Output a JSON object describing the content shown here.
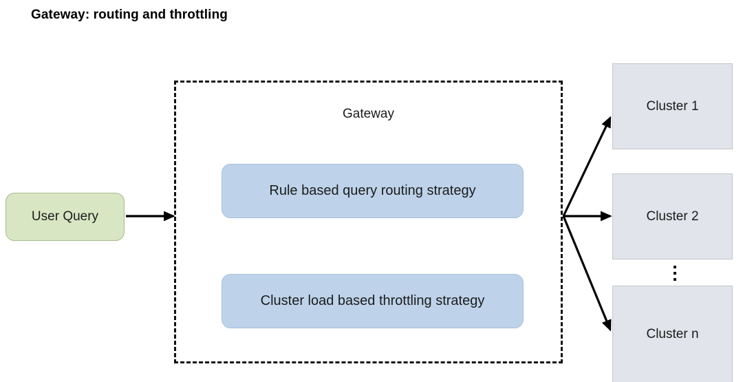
{
  "page": {
    "title": "Gateway: routing and throttling",
    "background_color": "#ffffff"
  },
  "diagram": {
    "type": "flow-diagram",
    "nodes": {
      "user_query": {
        "label": "User Query",
        "shape": "rounded-rectangle",
        "fill_color": "#d8e6c3",
        "border_color": "#a8bb92"
      },
      "gateway": {
        "label": "Gateway",
        "shape": "dashed-rectangle",
        "border_color": "#111111",
        "border_style": "dashed",
        "strategies": [
          {
            "label": "Rule based query routing strategy",
            "fill_color": "#bed3ea",
            "border_color": "#a9c0db"
          },
          {
            "label": "Cluster load based throttling strategy",
            "fill_color": "#bed3ea",
            "border_color": "#a9c0db"
          }
        ]
      },
      "clusters": [
        {
          "label": "Cluster 1",
          "fill_color": "#e1e4ea",
          "border_color": "#c3c6cc"
        },
        {
          "label": "Cluster 2",
          "fill_color": "#e1e4ea",
          "border_color": "#c3c6cc"
        },
        {
          "label": "Cluster n",
          "fill_color": "#e1e4ea",
          "border_color": "#c3c6cc"
        }
      ],
      "cluster_ellipsis": {
        "glyph": "vertical-ellipsis",
        "color": "#111111"
      }
    },
    "edges": [
      {
        "from": "user_query",
        "to": "gateway",
        "style": "solid-arrow",
        "color": "#000000"
      },
      {
        "from": "gateway",
        "to": "cluster_1",
        "style": "solid-arrow",
        "color": "#000000"
      },
      {
        "from": "gateway",
        "to": "cluster_2",
        "style": "solid-arrow",
        "color": "#000000"
      },
      {
        "from": "gateway",
        "to": "cluster_n",
        "style": "solid-arrow",
        "color": "#000000"
      }
    ]
  }
}
